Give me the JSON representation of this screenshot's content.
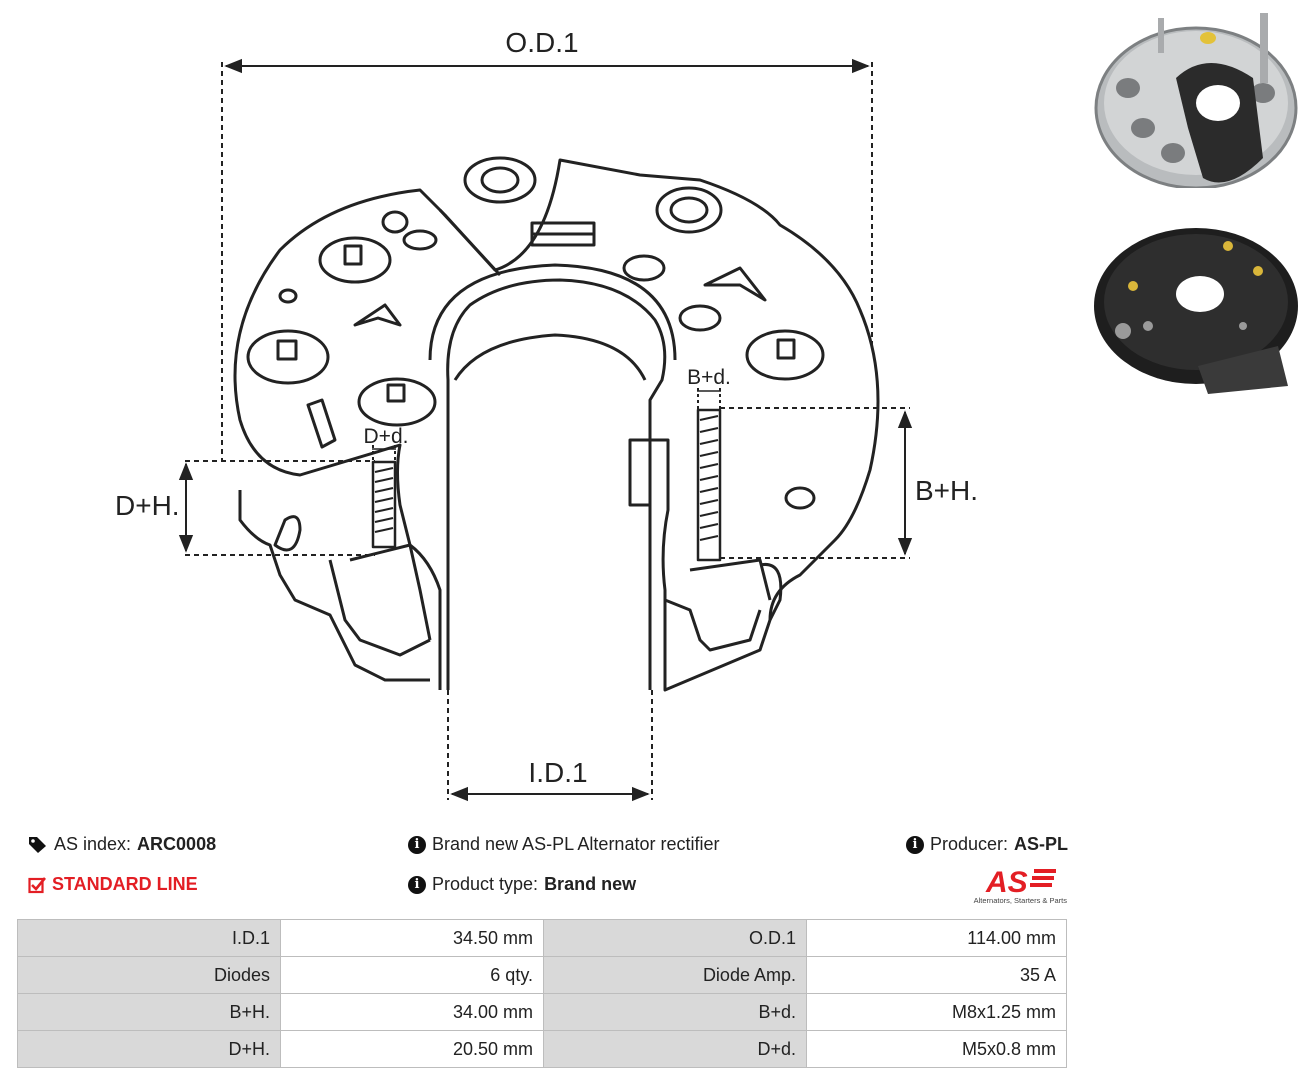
{
  "drawing": {
    "labels": {
      "od": "O.D.1",
      "id": "I.D.1",
      "bd": "B+d.",
      "dd": "D+d.",
      "bh": "B+H.",
      "dh": "D+H."
    }
  },
  "info": {
    "as_index_label": "AS index:",
    "as_index_value": "ARC0008",
    "line": "STANDARD LINE",
    "description": "Brand new AS-PL Alternator rectifier",
    "product_type_label": "Product type:",
    "product_type_value": "Brand new",
    "producer_label": "Producer:",
    "producer_value": "AS-PL"
  },
  "logo": {
    "mark": "AS",
    "tagline": "Alternators, Starters & Parts",
    "color": "#e31e24"
  },
  "specs": [
    {
      "l1": "I.D.1",
      "v1": "34.50 mm",
      "l2": "O.D.1",
      "v2": "114.00 mm"
    },
    {
      "l1": "Diodes",
      "v1": "6 qty.",
      "l2": "Diode Amp.",
      "v2": "35 A"
    },
    {
      "l1": "B+H.",
      "v1": "34.00 mm",
      "l2": "B+d.",
      "v2": "M8x1.25 mm"
    },
    {
      "l1": "D+H.",
      "v1": "20.50 mm",
      "l2": "D+d.",
      "v2": "M5x0.8 mm"
    }
  ]
}
